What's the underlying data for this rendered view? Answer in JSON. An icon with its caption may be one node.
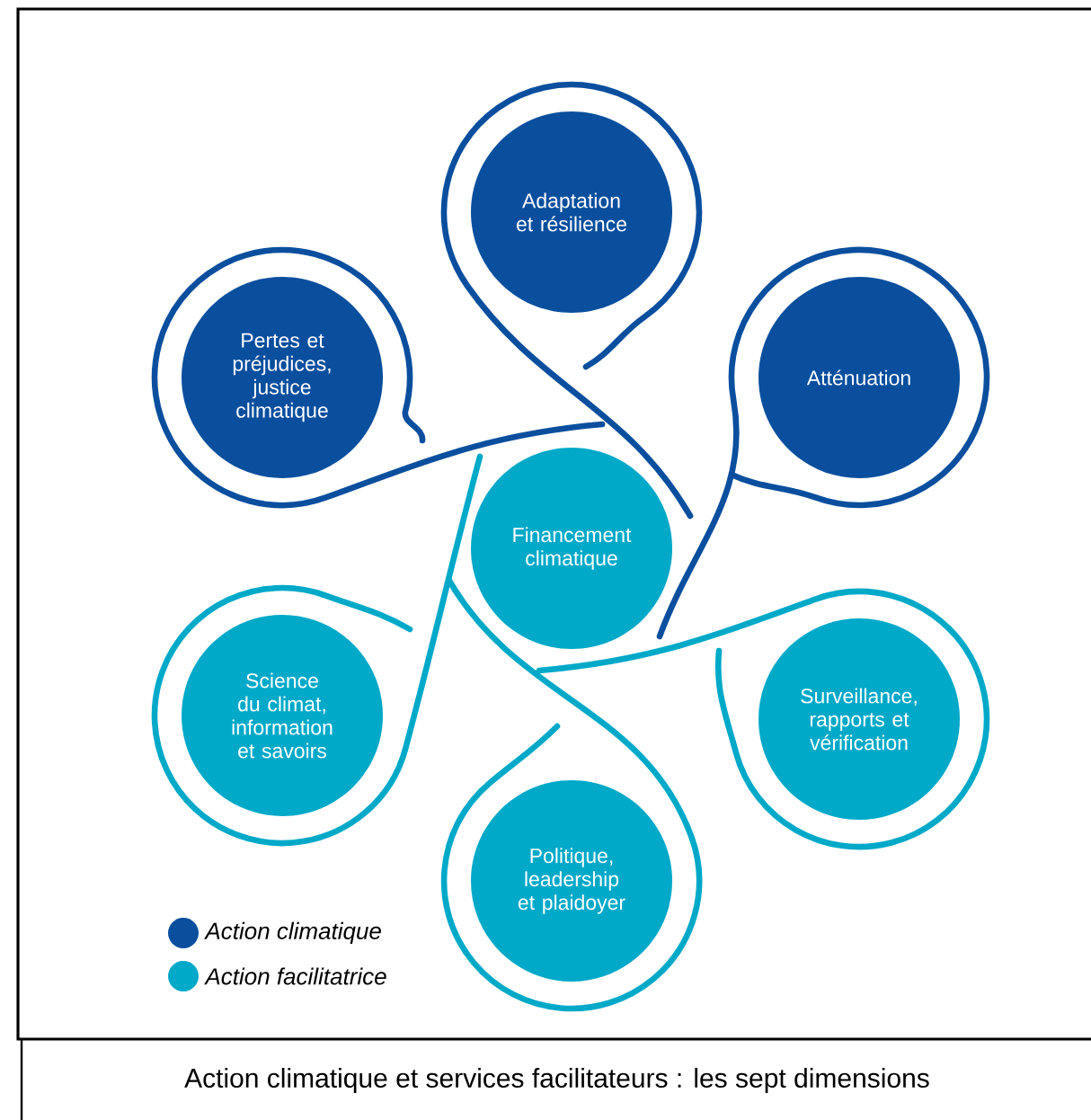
{
  "diagram": {
    "caption": "Action climatique et services facilitateurs : les sept dimensions",
    "nodes": [
      {
        "text": [
          "Adaptation et résilience"
        ]
      },
      {
        "text": [
          "Pertes et préjudices, justice climatique"
        ]
      },
      {
        "text": [
          "Atténuation"
        ]
      },
      {
        "text": [
          "Financement climatique"
        ]
      },
      {
        "text": [
          "Science du climat, information et savoirs"
        ]
      },
      {
        "text": [
          "Surveillance, rapports et vérification"
        ]
      },
      {
        "text": [
          "Politique, leadership et plaidoyer"
        ]
      }
    ],
    "legend": [
      {
        "text": "Action climatique",
        "color": "#0a4f9e"
      },
      {
        "text": "Action facilitatrice",
        "color": "#00a9c8"
      }
    ]
  }
}
